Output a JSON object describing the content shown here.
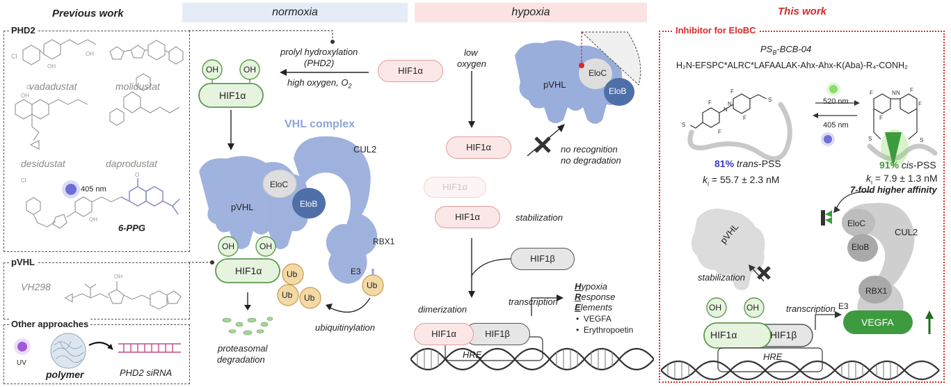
{
  "headers": {
    "previous_work": "Previous work",
    "normoxia": "normoxia",
    "hypoxia": "hypoxia",
    "this_work": "This work"
  },
  "previous": {
    "phd2_box_label": "PHD2",
    "drugs": [
      "vadadustat",
      "molidustat",
      "desidustat",
      "daprodustat"
    ],
    "wavelength_405": "405 nm",
    "ppg": "6-PPG",
    "pvhl_box_label": "pVHL",
    "vh298": "VH298",
    "other_label": "Other approaches",
    "uv": "UV",
    "polymer": "polymer",
    "sirna": "PHD2 siRNA"
  },
  "normoxia": {
    "oh": "OH",
    "hif1a": "HIF1α",
    "prolyl_line1": "prolyl hydroxylation",
    "prolyl_line2": "(PHD2)",
    "high_oxygen": "high oxygen, O",
    "o2_sub": "2",
    "vhl_complex": "VHL complex",
    "pvhl": "pVHL",
    "eloc": "EloC",
    "elob": "EloB",
    "cul2": "CUL2",
    "rbx1": "RBX1",
    "e3": "E3",
    "ub": "Ub",
    "ubiquitinylation": "ubiquitinylation",
    "proteasomal_1": "proteasomal",
    "proteasomal_2": "degradation"
  },
  "hypoxia": {
    "hif1a": "HIF1α",
    "low_oxygen_1": "low",
    "low_oxygen_2": "oxygen",
    "pvhl": "pVHL",
    "eloc": "EloC",
    "elob": "EloB",
    "no_recognition": "no recognition",
    "no_degradation": "no degradation",
    "stabilization": "stabilization",
    "hif1b": "HIF1β",
    "dimerization": "dimerization",
    "transcription": "transcription",
    "hre": "HRE",
    "hre_h": "H",
    "hre_ypoxia": "ypoxia",
    "hre_r": "R",
    "hre_esponse": "esponse",
    "hre_e": "E",
    "hre_lements": "lements",
    "genes": [
      "VEGFA",
      "Erythropoetin"
    ]
  },
  "this_work": {
    "inhibitor_label": "Inhibitor for EloBC",
    "compound_ps": "PS",
    "compound_sub": "B",
    "compound_rest": "-BCB-04",
    "sequence": "H₂N-EFSPC*ALRC*LAFAALAK-Ahx-Ahx-K(Aba)-R₄-CONH₂",
    "nm520": "520 nm",
    "nm405": "405 nm",
    "trans_pct": "81%",
    "trans_label": "trans",
    "trans_suffix": "-PSS",
    "ki_trans": "= 55.7 ± 2.3 nM",
    "cis_pct": "91%",
    "cis_label": "cis",
    "cis_suffix": "-PSS",
    "ki_cis": "= 7.9 ± 1.3 nM",
    "ki_k": "k",
    "ki_i": "i",
    "affinity": "7-fold higher affinity",
    "pvhl": "pVHL",
    "eloc": "EloC",
    "elob": "EloB",
    "cul2": "CUL2",
    "rbx1": "RBX1",
    "e3": "E3",
    "stabilization": "stabilization",
    "oh": "OH",
    "hif1a": "HIF1α",
    "hif1b": "HIF1β",
    "transcription": "transcription",
    "hre": "HRE",
    "vegfa": "VEGFA"
  },
  "colors": {
    "normoxia_band": "#e3ecf7",
    "hypoxia_band": "#fbe3e3",
    "vhl_blue": "#8fa5d8",
    "elob_dark": "#4f6fa8",
    "hif1a_green": "#e6f4df",
    "hif1a_border": "#5a9a4a",
    "hif1a_pink": "#fbe7e7",
    "pink_border": "#e29a9a",
    "ub_fill": "#f3d9a6",
    "this_work_red": "#d62a2a",
    "vegfa_green": "#3e9a3e"
  }
}
